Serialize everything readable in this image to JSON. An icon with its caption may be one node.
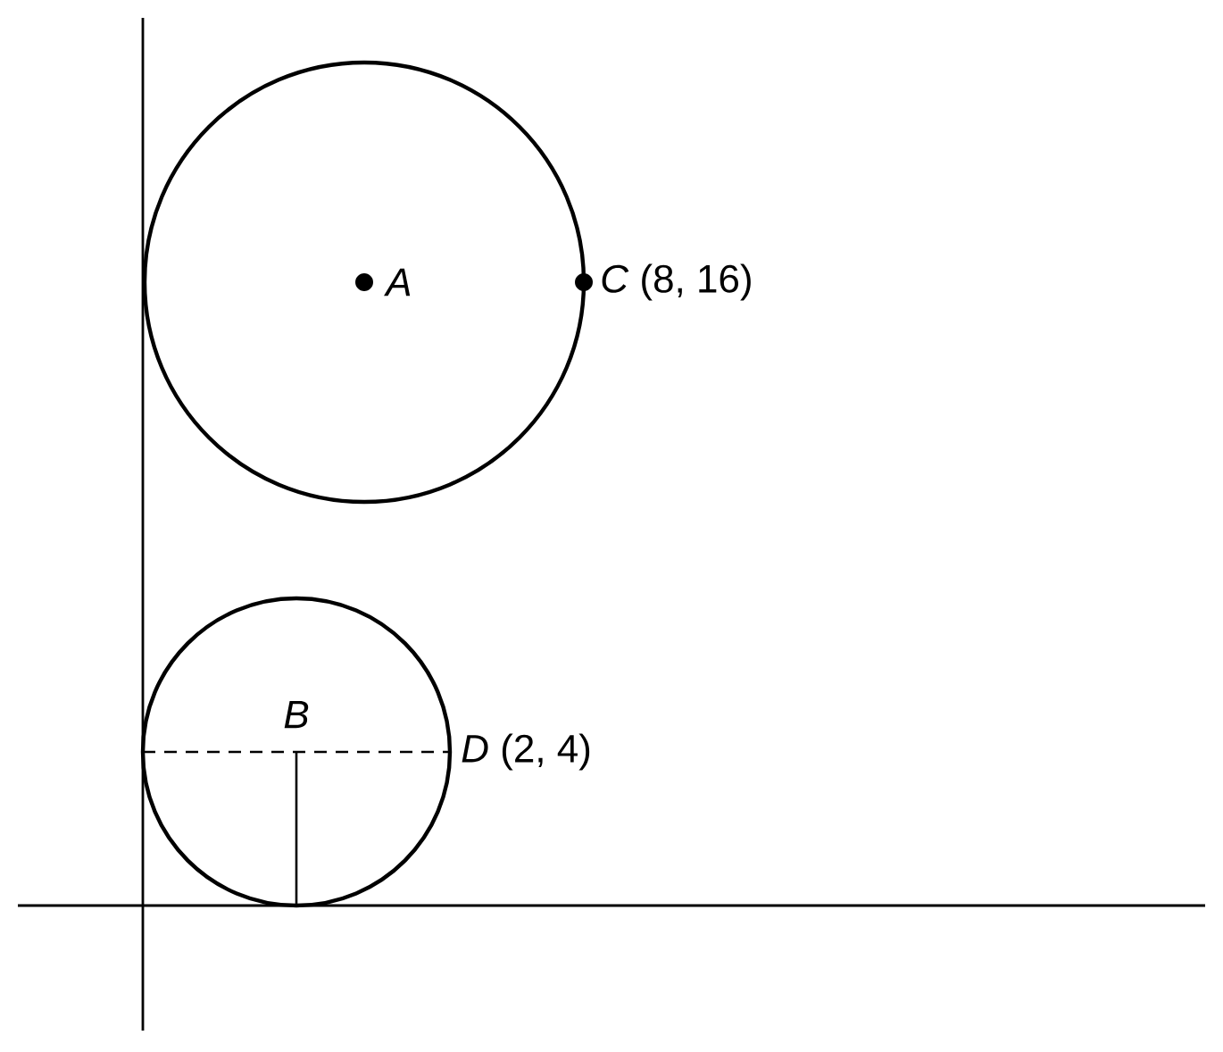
{
  "diagram": {
    "labels": [
      "A",
      "*C* (8, 16)",
      "B",
      "*D* (2, 4)"
    ]
  }
}
